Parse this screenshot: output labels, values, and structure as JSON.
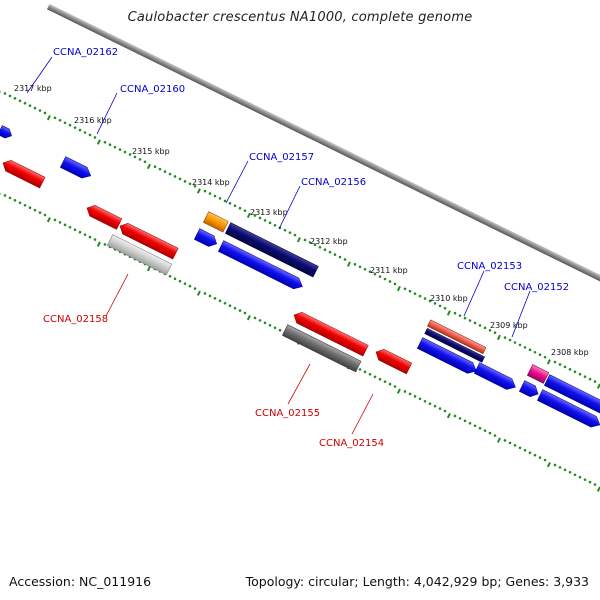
{
  "title": "Caulobacter crescentus NA1000, complete genome",
  "footer": {
    "accession": "Accession: NC_011916",
    "summary": "Topology: circular; Length: 4,042,929 bp; Genes: 3,933"
  },
  "colors": {
    "forward": "#0000ee",
    "reverse": "#ee0000",
    "backbone": "#8a8a8a",
    "ticks": "#228b22",
    "label_forward": "#0000cc",
    "label_reverse": "#cc0000"
  },
  "kbp_labels": [
    "2317 kbp",
    "2316 kbp",
    "2315 kbp",
    "2314 kbp",
    "2313 kbp",
    "2312 kbp",
    "2311 kbp",
    "2310 kbp",
    "2309 kbp",
    "2308 kbp"
  ],
  "gene_labels": [
    {
      "text": "CCNA_02162",
      "strand": "forward"
    },
    {
      "text": "CCNA_02160",
      "strand": "forward"
    },
    {
      "text": "CCNA_02157",
      "strand": "forward"
    },
    {
      "text": "CCNA_02156",
      "strand": "forward"
    },
    {
      "text": "CCNA_02153",
      "strand": "forward"
    },
    {
      "text": "CCNA_02152",
      "strand": "forward"
    },
    {
      "text": "CCNA_02158",
      "strand": "reverse"
    },
    {
      "text": "CCNA_02155",
      "strand": "reverse"
    },
    {
      "text": "CCNA_02154",
      "strand": "reverse"
    }
  ]
}
